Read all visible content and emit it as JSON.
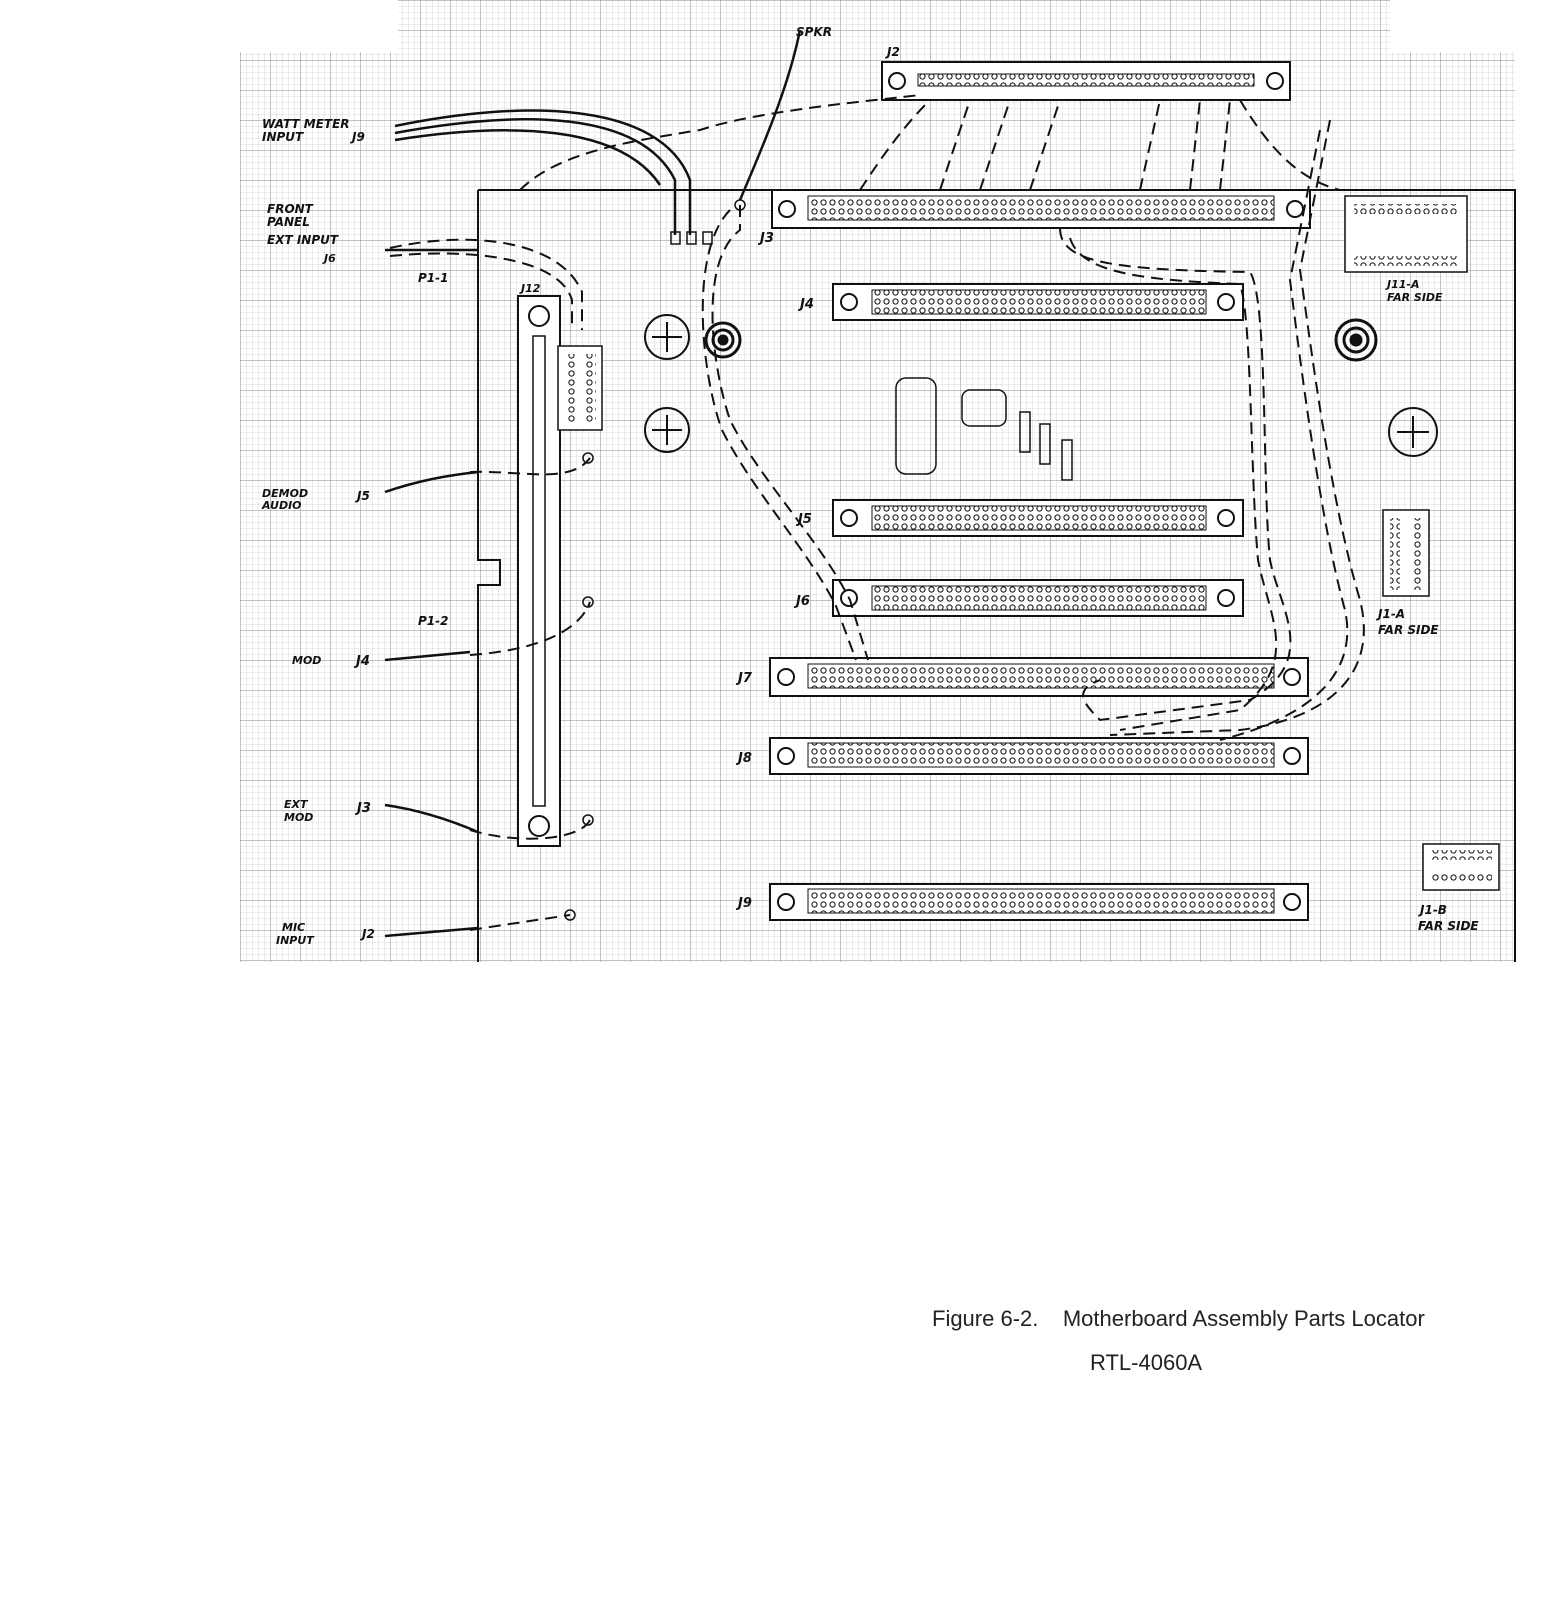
{
  "figure": {
    "caption_number": "Figure 6-2.",
    "caption_title": "Motherboard Assembly Parts Locator",
    "model": "RTL-4060A"
  },
  "labels": {
    "watt_meter": "WATT METER",
    "watt_meter_input": "INPUT",
    "front_panel": "FRONT",
    "front_panel2": "PANEL",
    "ext_input": "EXT INPUT",
    "demod": "DEMOD",
    "audio": "AUDIO",
    "mod": "MOD",
    "ext": "EXT",
    "ext_mod": "MOD",
    "mic": "MIC",
    "mic_input": "INPUT",
    "spkr": "SPKR",
    "p1_1": "P1-1",
    "p1_2": "P1-2",
    "j1a_far_side": "FAR SIDE",
    "j1b_far_side": "FAR SIDE",
    "j11a_far_side": "FAR SIDE"
  },
  "connectors": {
    "j1a": "J1-A",
    "j1b": "J1-B",
    "j11a": "J11-A",
    "j2": "J2",
    "j3": "J3",
    "j4": "J4",
    "j5": "J5",
    "j6": "J6",
    "j7": "J7",
    "j8": "J8",
    "j9": "J9",
    "j12": "J12",
    "cable_j9": "J9",
    "cable_j6": "J6",
    "cable_j5": "J5",
    "cable_j4": "J4",
    "cable_j3": "J3",
    "cable_j2": "J2"
  }
}
